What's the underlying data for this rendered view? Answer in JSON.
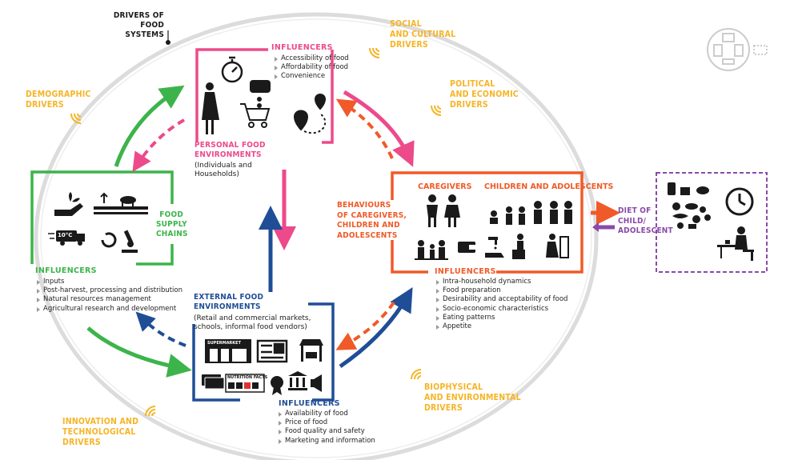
{
  "title": "DRIVERS OF\nFOOD SYSTEMS",
  "drivers": {
    "social": "SOCIAL\nAND CULTURAL\nDRIVERS",
    "political": "POLITICAL\nAND ECONOMIC\nDRIVERS",
    "demographic": "DEMOGRAPHIC\nDRIVERS",
    "biophysical": "BIOPHYSICAL\nAND ENVIRONMENTAL\nDRIVERS",
    "innovation": "INNOVATION AND\nTECHNOLOGICAL\nDRIVERS"
  },
  "personal": {
    "influencers_label": "INFLUENCERS",
    "influencers": [
      "Accessibility of food",
      "Affordability of food",
      "Convenience"
    ],
    "title": "PERSONAL FOOD\nENVIRONMENTS",
    "subtitle": "(Individuals and\nHouseholds)"
  },
  "supply": {
    "title": "FOOD\nSUPPLY\nCHAINS",
    "influencers_label": "INFLUENCERS",
    "influencers": [
      "Inputs",
      "Post-harvest, processing and distribution",
      "Natural resources management",
      "Agricultural research and development"
    ],
    "icon_text": "10°C"
  },
  "external": {
    "title": "EXTERNAL FOOD\nENVIRONMENTS",
    "subtitle": "(Retail and commercial markets,\nschools, informal food vendors)",
    "influencers_label": "INFLUENCERS",
    "influencers": [
      "Availability of food",
      "Price of food",
      "Food quality and safety",
      "Marketing and information"
    ],
    "icon_supermarket": "SUPERMARKET",
    "icon_nutrition": "NUTRITION FACTS"
  },
  "behaviours": {
    "title": "BEHAVIOURS\nOF CAREGIVERS,\nCHILDREN AND\nADOLESCENTS",
    "caregivers": "CAREGIVERS",
    "children": "CHILDREN AND\nADOLESCENTS",
    "influencers_label": "INFLUENCERS",
    "influencers": [
      "Intra-household dynamics",
      "Food preparation",
      "Desirability and acceptability of food",
      "Socio-economic characteristics",
      "Eating patterns",
      "Appetite"
    ]
  },
  "diet": {
    "title": "DIET OF\nCHILD/\nADOLESCENT"
  },
  "colors": {
    "driver": "#f6b425",
    "personal": "#ec4a8a",
    "supply": "#3cb44b",
    "external": "#1f4e96",
    "behaviours": "#f05a28",
    "diet": "#8a4aa8"
  }
}
